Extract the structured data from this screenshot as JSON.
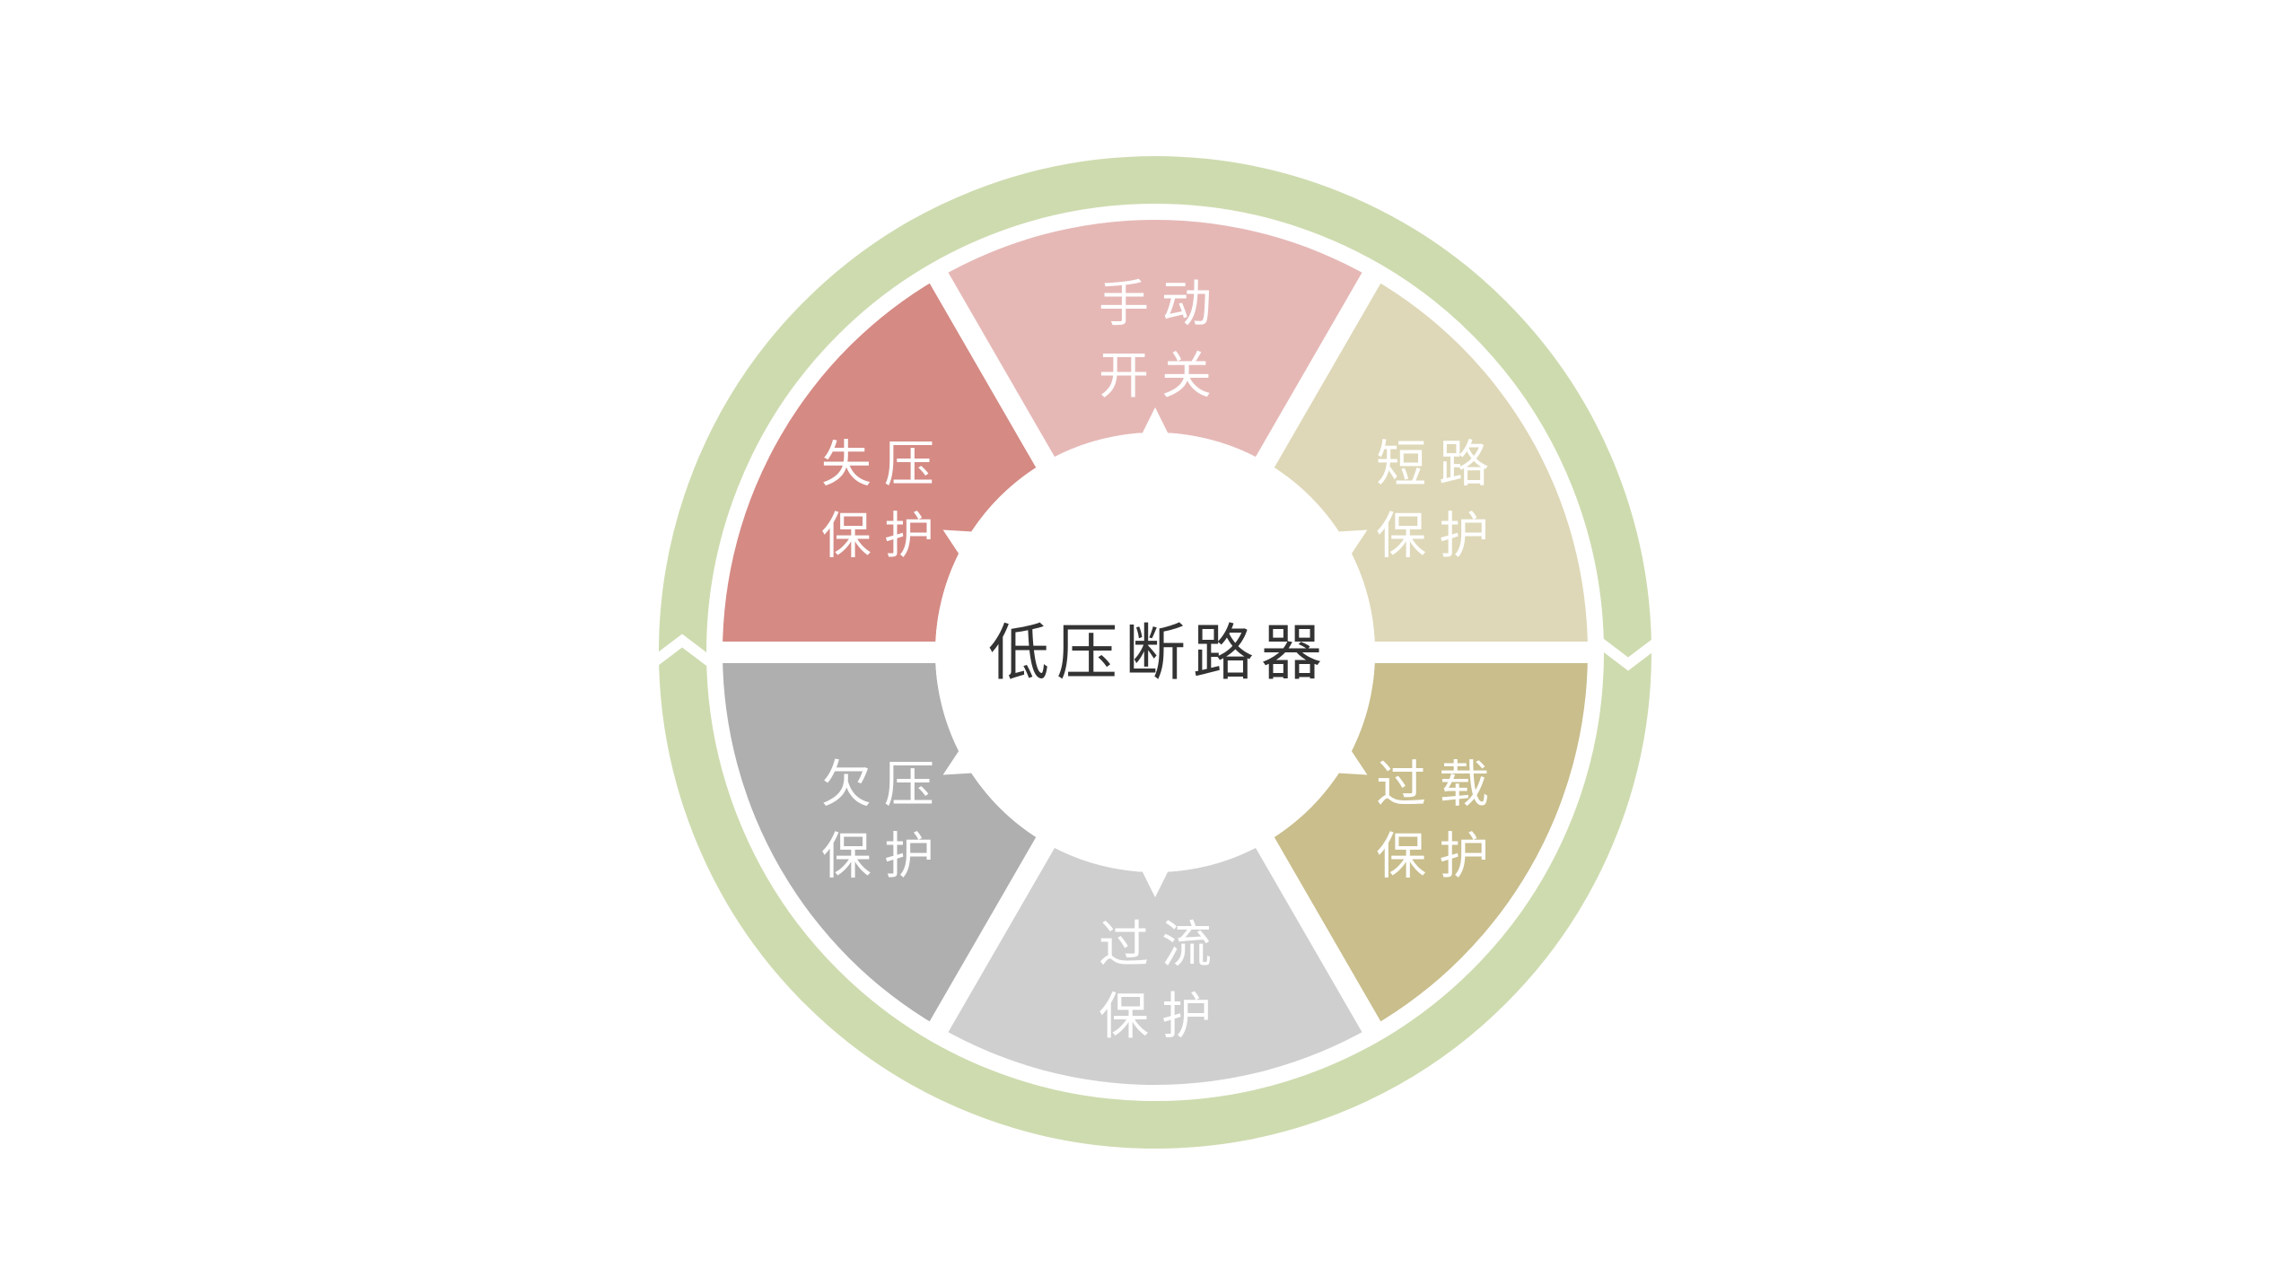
{
  "title": "低压断路器",
  "ring_color": "#CEDBAF",
  "segments": [
    {
      "line1": "手动",
      "line2": "开关",
      "color": "#E5B8B6"
    },
    {
      "line1": "失压",
      "line2": "保护",
      "color": "#D58A84"
    },
    {
      "line1": "欠压",
      "line2": "保护",
      "color": "#AFAFAF"
    },
    {
      "line1": "过流",
      "line2": "保护",
      "color": "#CFCFCF"
    },
    {
      "line1": "过载",
      "line2": "保护",
      "color": "#C9BE8C"
    },
    {
      "line1": "短路",
      "line2": "保护",
      "color": "#DED8B8"
    }
  ]
}
